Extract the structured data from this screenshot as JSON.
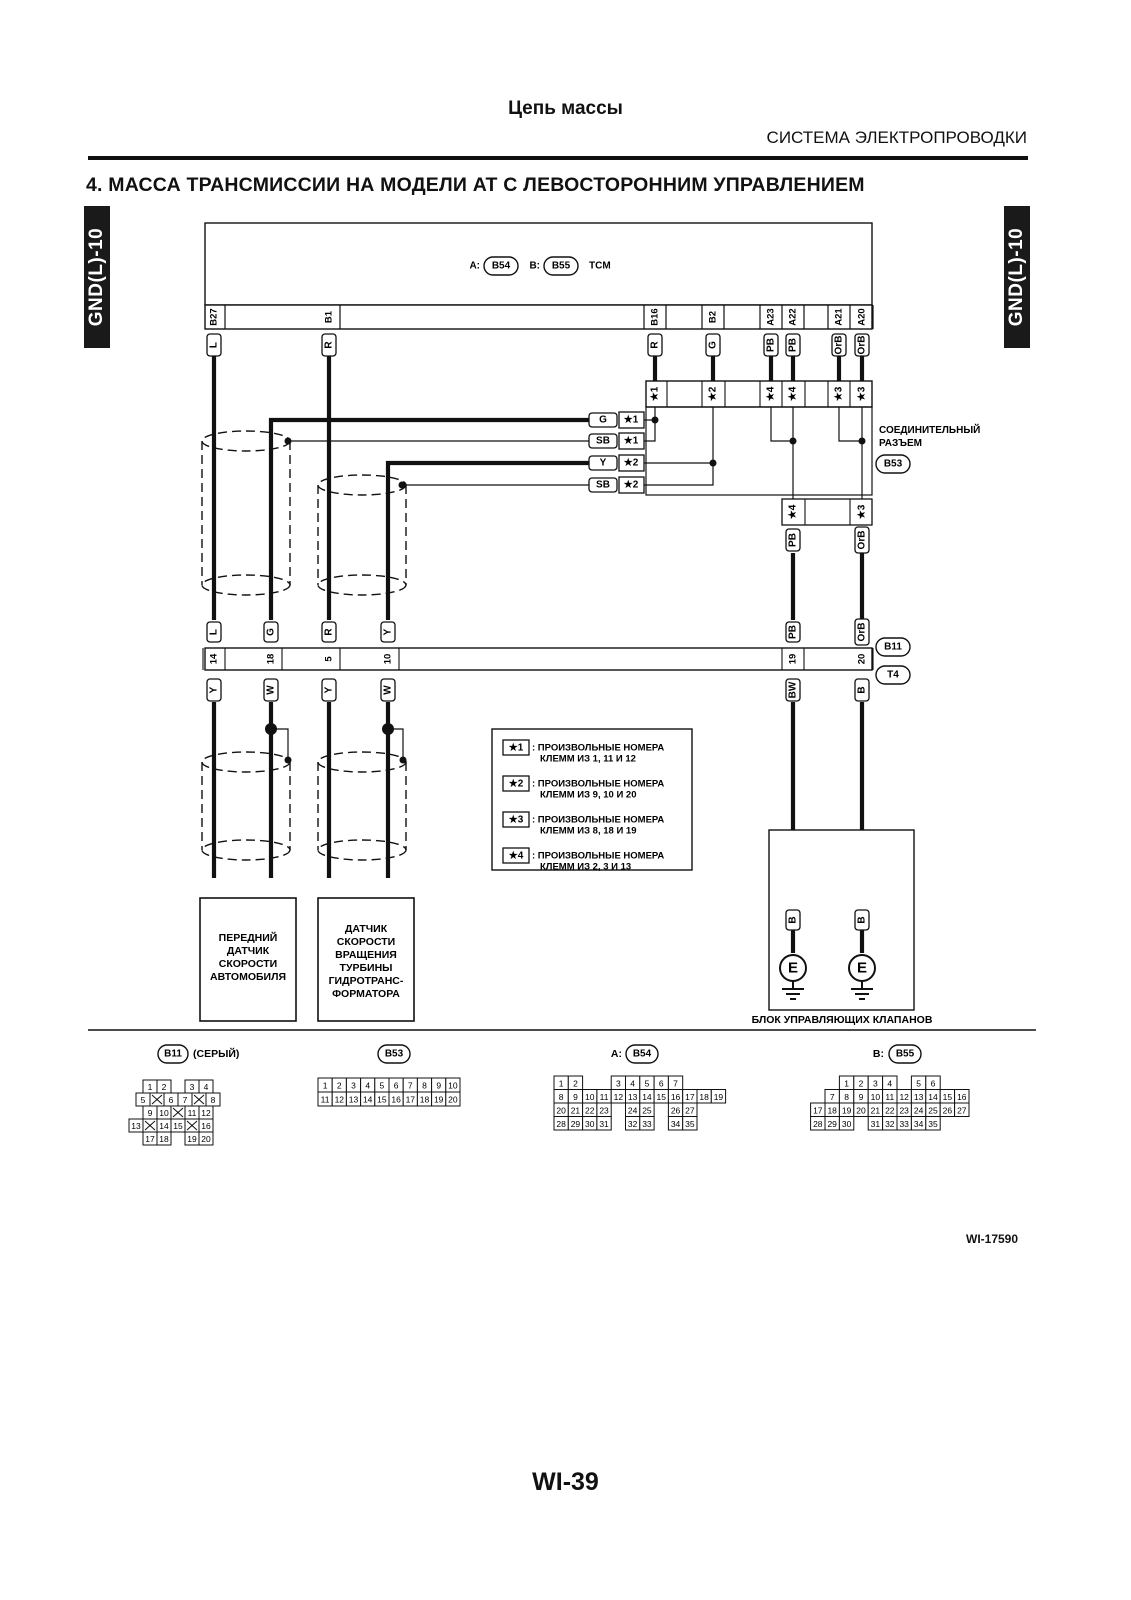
{
  "header": {
    "title": "Цепь массы",
    "section": "СИСТЕМА ЭЛЕКТРОПРОВОДКИ"
  },
  "heading": "4. МАССА ТРАНСМИССИИ НА МОДЕЛИ AT С ЛЕВОСТОРОННИМ УПРАВЛЕНИЕМ",
  "side_tab": "GND(L)-10",
  "tcm": {
    "prefix_a": "A:",
    "connector_a": "B54",
    "prefix_b": "B:",
    "connector_b": "B55",
    "label": "TCM",
    "pins": [
      "B27",
      "B1",
      "B16",
      "B2",
      "A23",
      "A22",
      "A21",
      "A20"
    ],
    "pin_wires": [
      "L",
      "R",
      "R",
      "G",
      "PB",
      "PB",
      "OrB",
      "OrB"
    ]
  },
  "joint_connector": {
    "label_line1": "СОЕДИНИТЕЛЬНЫЙ",
    "label_line2": "РАЗЪЕМ",
    "id": "B53",
    "top_marks": [
      "★1",
      "★2",
      "★4",
      "★4",
      "★3",
      "★3"
    ],
    "left_rows": [
      {
        "wire": "G",
        "mark": "★1"
      },
      {
        "wire": "SB",
        "mark": "★1"
      },
      {
        "wire": "Y",
        "mark": "★2"
      },
      {
        "wire": "SB",
        "mark": "★2"
      }
    ],
    "bottom_marks": [
      "★4",
      "★3"
    ],
    "bottom_wires": [
      "PB",
      "OrB"
    ]
  },
  "connector_b11_t4": {
    "id_top": "B11",
    "id_bottom": "T4",
    "top_wires": [
      "L",
      "G",
      "R",
      "Y",
      "PB",
      "OrB"
    ],
    "pins": [
      "14",
      "18",
      "5",
      "10",
      "19",
      "20"
    ],
    "bottom_wires": [
      "Y",
      "W",
      "Y",
      "W",
      "BW",
      "B"
    ]
  },
  "legend": [
    {
      "mark": "★1",
      "line1": ": ПРОИЗВОЛЬНЫЕ НОМЕРА",
      "line2": "КЛЕММ ИЗ 1, 11 И 12"
    },
    {
      "mark": "★2",
      "line1": ": ПРОИЗВОЛЬНЫЕ НОМЕРА",
      "line2": "КЛЕММ ИЗ 9, 10 И 20"
    },
    {
      "mark": "★3",
      "line1": ": ПРОИЗВОЛЬНЫЕ НОМЕРА",
      "line2": "КЛЕММ ИЗ 8, 18 И 19"
    },
    {
      "mark": "★4",
      "line1": ": ПРОИЗВОЛЬНЫЕ НОМЕРА",
      "line2": "КЛЕММ ИЗ 2, 3 И 13"
    }
  ],
  "sensor_front": {
    "lines": [
      "ПЕРЕДНИЙ",
      "ДАТЧИК",
      "СКОРОСТИ",
      "АВТОМОБИЛЯ"
    ]
  },
  "sensor_turbine": {
    "lines": [
      "ДАТЧИК",
      "СКОРОСТИ",
      "ВРАЩЕНИЯ",
      "ТУРБИНЫ",
      "ГИДРОТРАНС-",
      "ФОРМАТОРА"
    ]
  },
  "valve_block": {
    "label": "БЛОК УПРАВЛЯЮЩИХ КЛАПАНОВ",
    "ground_wire": "B",
    "ground_symbol": "E"
  },
  "connector_views": {
    "b11": {
      "id": "B11",
      "note": "(СЕРЫЙ)",
      "rows": [
        [
          "1",
          "2",
          "",
          "3",
          "4"
        ],
        [
          "5",
          "X",
          "6",
          "7",
          "X",
          "8"
        ],
        [
          "9",
          "10",
          "X",
          "11",
          "12"
        ],
        [
          "13",
          "X",
          "14",
          "15",
          "X",
          "16"
        ],
        [
          "17",
          "18",
          "",
          "19",
          "20"
        ]
      ]
    },
    "b53": {
      "id": "B53",
      "rows": [
        [
          "1",
          "2",
          "3",
          "4",
          "5",
          "6",
          "7",
          "8",
          "9",
          "10"
        ],
        [
          "11",
          "12",
          "13",
          "14",
          "15",
          "16",
          "17",
          "18",
          "19",
          "20"
        ]
      ]
    },
    "b54": {
      "prefix": "A:",
      "id": "B54",
      "rows": [
        [
          "1",
          "2",
          "",
          "",
          "3",
          "4",
          "5",
          "6",
          "7"
        ],
        [
          "8",
          "9",
          "10",
          "11",
          "12",
          "13",
          "14",
          "15",
          "16",
          "17",
          "18",
          "19"
        ],
        [
          "20",
          "21",
          "22",
          "23",
          "",
          "24",
          "25",
          "",
          "26",
          "27"
        ],
        [
          "28",
          "29",
          "30",
          "31",
          "",
          "32",
          "33",
          "",
          "34",
          "35"
        ]
      ]
    },
    "b55": {
      "prefix": "B:",
      "id": "B55",
      "rows": [
        [
          "1",
          "2",
          "3",
          "4",
          "",
          "5",
          "6"
        ],
        [
          "7",
          "8",
          "9",
          "10",
          "11",
          "12",
          "13",
          "14",
          "15",
          "16"
        ],
        [
          "17",
          "18",
          "19",
          "20",
          "21",
          "22",
          "23",
          "24",
          "25",
          "26",
          "27"
        ],
        [
          "28",
          "29",
          "30",
          "",
          "31",
          "32",
          "33",
          "34",
          "35"
        ]
      ]
    }
  },
  "footer_code": "WI-17590",
  "page_number": "WI-39"
}
